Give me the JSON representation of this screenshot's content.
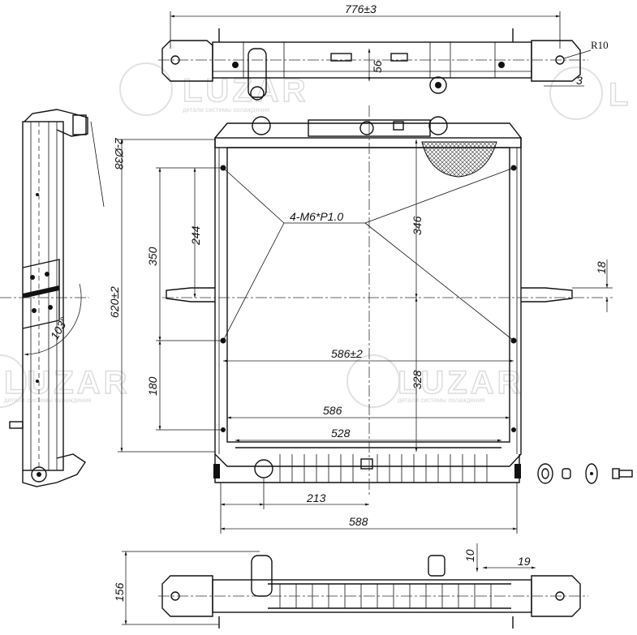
{
  "watermark": {
    "brand": "LUZAR",
    "tagline": "детали системы охлаждения"
  },
  "top_view": {
    "width": "776±3",
    "radius": "R10",
    "height": "56",
    "offset": "3"
  },
  "side_view": {
    "pipes": "2-Ø38",
    "angle": "103°"
  },
  "front_view": {
    "thread": "4-M6*P1.0",
    "height_overall": "620±2",
    "bolt_spacing_upper": "350",
    "bolt_upper_to_bracket": "244",
    "bolt_spacing_lower": "180",
    "upper_to_center": "346",
    "lower_to_center": "328",
    "bracket_height": "18",
    "width_tanks": "586±2",
    "core_width": "586",
    "fins_width": "528",
    "outlet_offset": "213",
    "width_overall": "588"
  },
  "bottom_view": {
    "depth": "156",
    "offset": "10",
    "pipe_offset": "19"
  }
}
